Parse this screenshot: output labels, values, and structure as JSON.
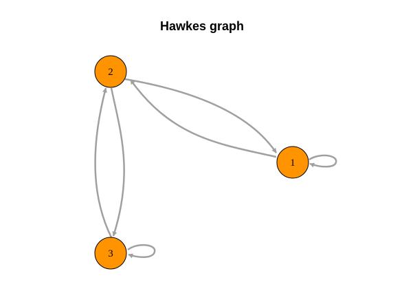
{
  "title": "Hawkes graph",
  "colors": {
    "node_fill": "#FF9400",
    "node_stroke": "#000000",
    "edge": "#A0A0A0"
  },
  "nodes": [
    {
      "id": "1",
      "label": "1"
    },
    {
      "id": "2",
      "label": "2"
    },
    {
      "id": "3",
      "label": "3"
    }
  ],
  "edges": [
    {
      "from": "2",
      "to": "1"
    },
    {
      "from": "1",
      "to": "2"
    },
    {
      "from": "2",
      "to": "3"
    },
    {
      "from": "3",
      "to": "2"
    },
    {
      "from": "1",
      "to": "1"
    },
    {
      "from": "3",
      "to": "3"
    }
  ]
}
